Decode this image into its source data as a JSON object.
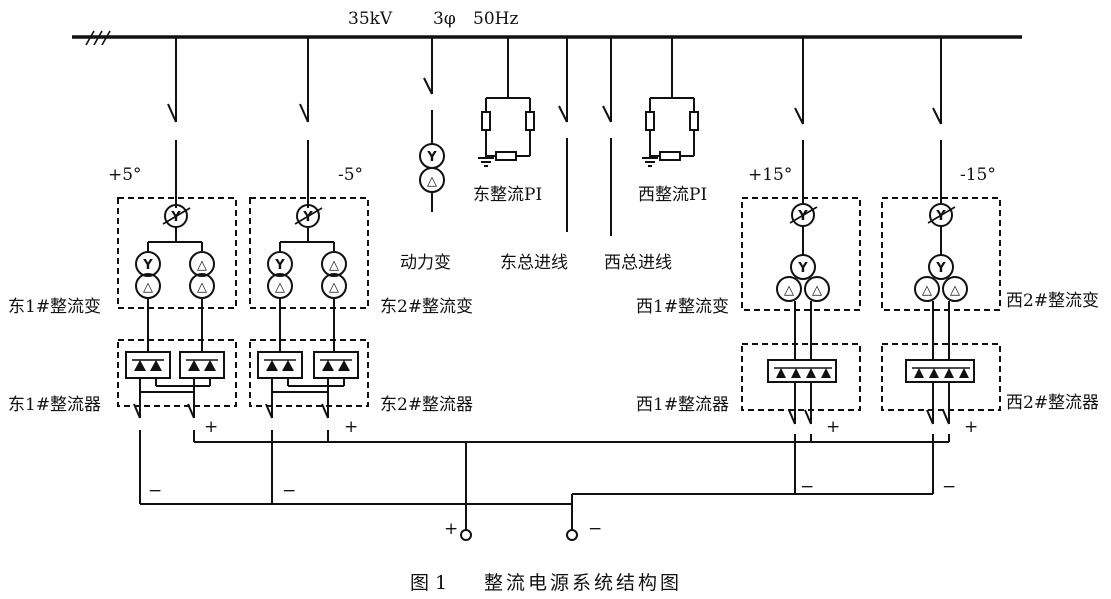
{
  "header": {
    "voltage": "35kV",
    "phase": "3φ",
    "frequency": "50Hz"
  },
  "angles": {
    "east1": "+5°",
    "east2": "-5°",
    "west1": "+15°",
    "west2": "-15°"
  },
  "labels": {
    "power_transformer": "动力变",
    "east_main_incoming": "东总进线",
    "west_main_incoming": "西总进线",
    "east_pi": "东整流PI",
    "west_pi": "西整流PI",
    "east1_transformer": "东1#整流变",
    "east2_transformer": "东2#整流变",
    "west1_transformer": "西1#整流变",
    "west2_transformer": "西2#整流变",
    "east1_rectifier": "东1#整流器",
    "east2_rectifier": "东2#整流器",
    "west1_rectifier": "西1#整流器",
    "west2_rectifier": "西2#整流器"
  },
  "polarity": {
    "plus": "+",
    "minus": "−"
  },
  "winding": {
    "star": "Y",
    "delta": "△"
  },
  "caption": {
    "figure_no": "图 1",
    "title": "整流电源系统结构图"
  }
}
